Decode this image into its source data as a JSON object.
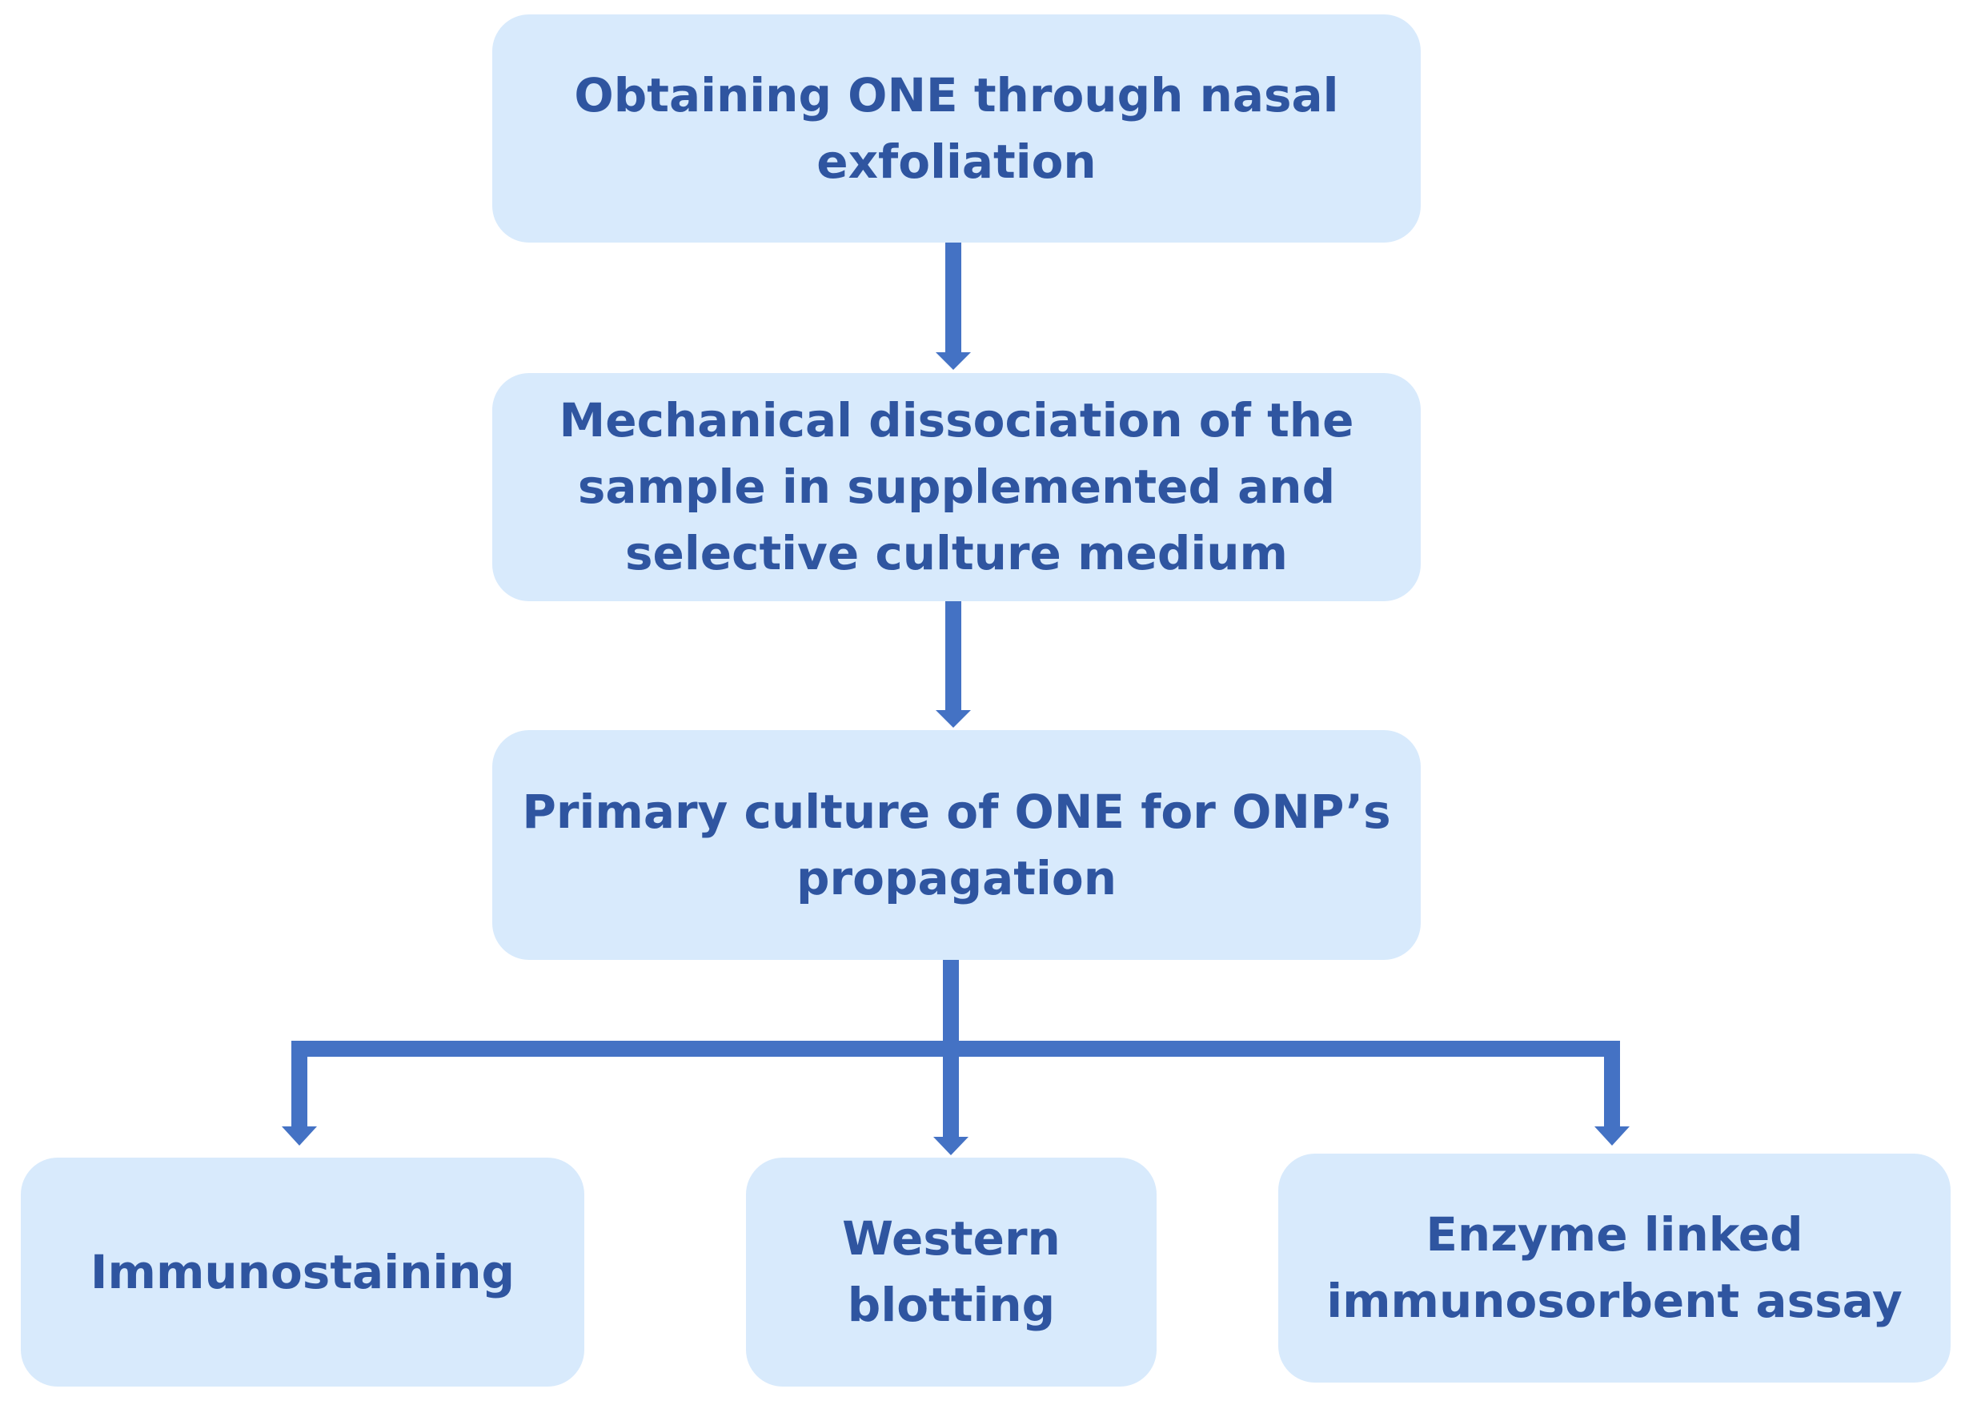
{
  "diagram": {
    "colors": {
      "box_fill": "#d8eafc",
      "text": "#2f55a0",
      "connector": "#4472c4"
    },
    "nodes": {
      "step1": {
        "lines": [
          "Obtaining ONE through nasal",
          "exfoliation"
        ]
      },
      "step2": {
        "lines": [
          "Mechanical dissociation of the",
          "sample in supplemented and",
          "selective culture medium"
        ]
      },
      "step3": {
        "lines": [
          "Primary culture of ONE for ONP’s",
          "propagation"
        ]
      },
      "method1": {
        "lines": [
          "Immunostaining"
        ]
      },
      "method2": {
        "lines": [
          "Western",
          "blotting"
        ]
      },
      "method3": {
        "lines": [
          "Enzyme linked",
          "immunosorbent assay"
        ]
      }
    },
    "edges": [
      {
        "from": "step1",
        "to": "step2"
      },
      {
        "from": "step2",
        "to": "step3"
      },
      {
        "from": "step3",
        "to": "method1"
      },
      {
        "from": "step3",
        "to": "method2"
      },
      {
        "from": "step3",
        "to": "method3"
      }
    ]
  }
}
